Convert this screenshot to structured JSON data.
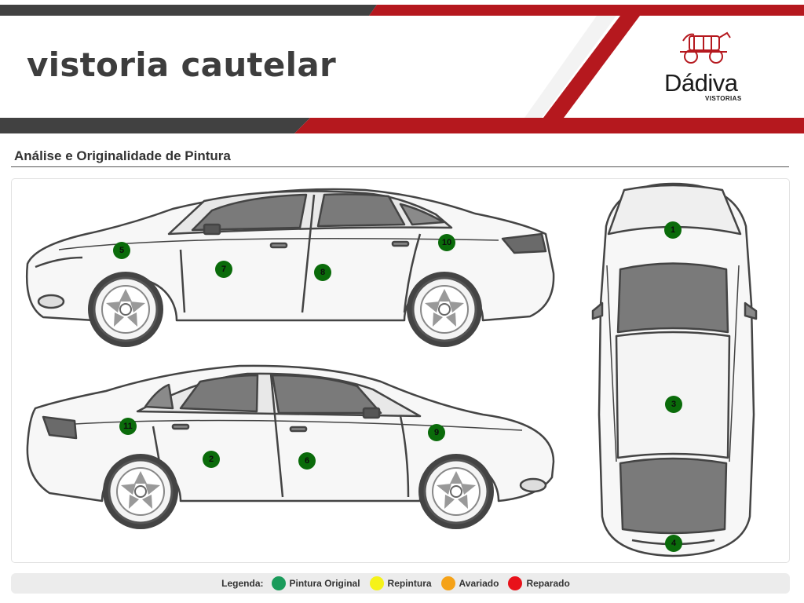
{
  "header": {
    "title": "vistoria cautelar",
    "logo_name": "Dádiva",
    "logo_sub": "VISTORIAS"
  },
  "section": {
    "title": "Análise e Originalidade de Pintura"
  },
  "markers": [
    {
      "id": "1",
      "status": "original"
    },
    {
      "id": "2",
      "status": "original"
    },
    {
      "id": "3",
      "status": "original"
    },
    {
      "id": "4",
      "status": "original"
    },
    {
      "id": "5",
      "status": "original"
    },
    {
      "id": "6",
      "status": "original"
    },
    {
      "id": "7",
      "status": "original"
    },
    {
      "id": "8",
      "status": "original"
    },
    {
      "id": "9",
      "status": "original"
    },
    {
      "id": "10",
      "status": "original"
    },
    {
      "id": "11",
      "status": "original"
    }
  ],
  "legend": {
    "label": "Legenda:",
    "items": [
      {
        "label": "Pintura Original",
        "color": "#1a9b5b"
      },
      {
        "label": "Repintura",
        "color": "#f5f21a"
      },
      {
        "label": "Avariado",
        "color": "#f5a218"
      },
      {
        "label": "Reparado",
        "color": "#e8121a"
      }
    ]
  },
  "colors": {
    "red": "#b5181e",
    "dark": "#414141",
    "marker": "#0a6b0a"
  }
}
